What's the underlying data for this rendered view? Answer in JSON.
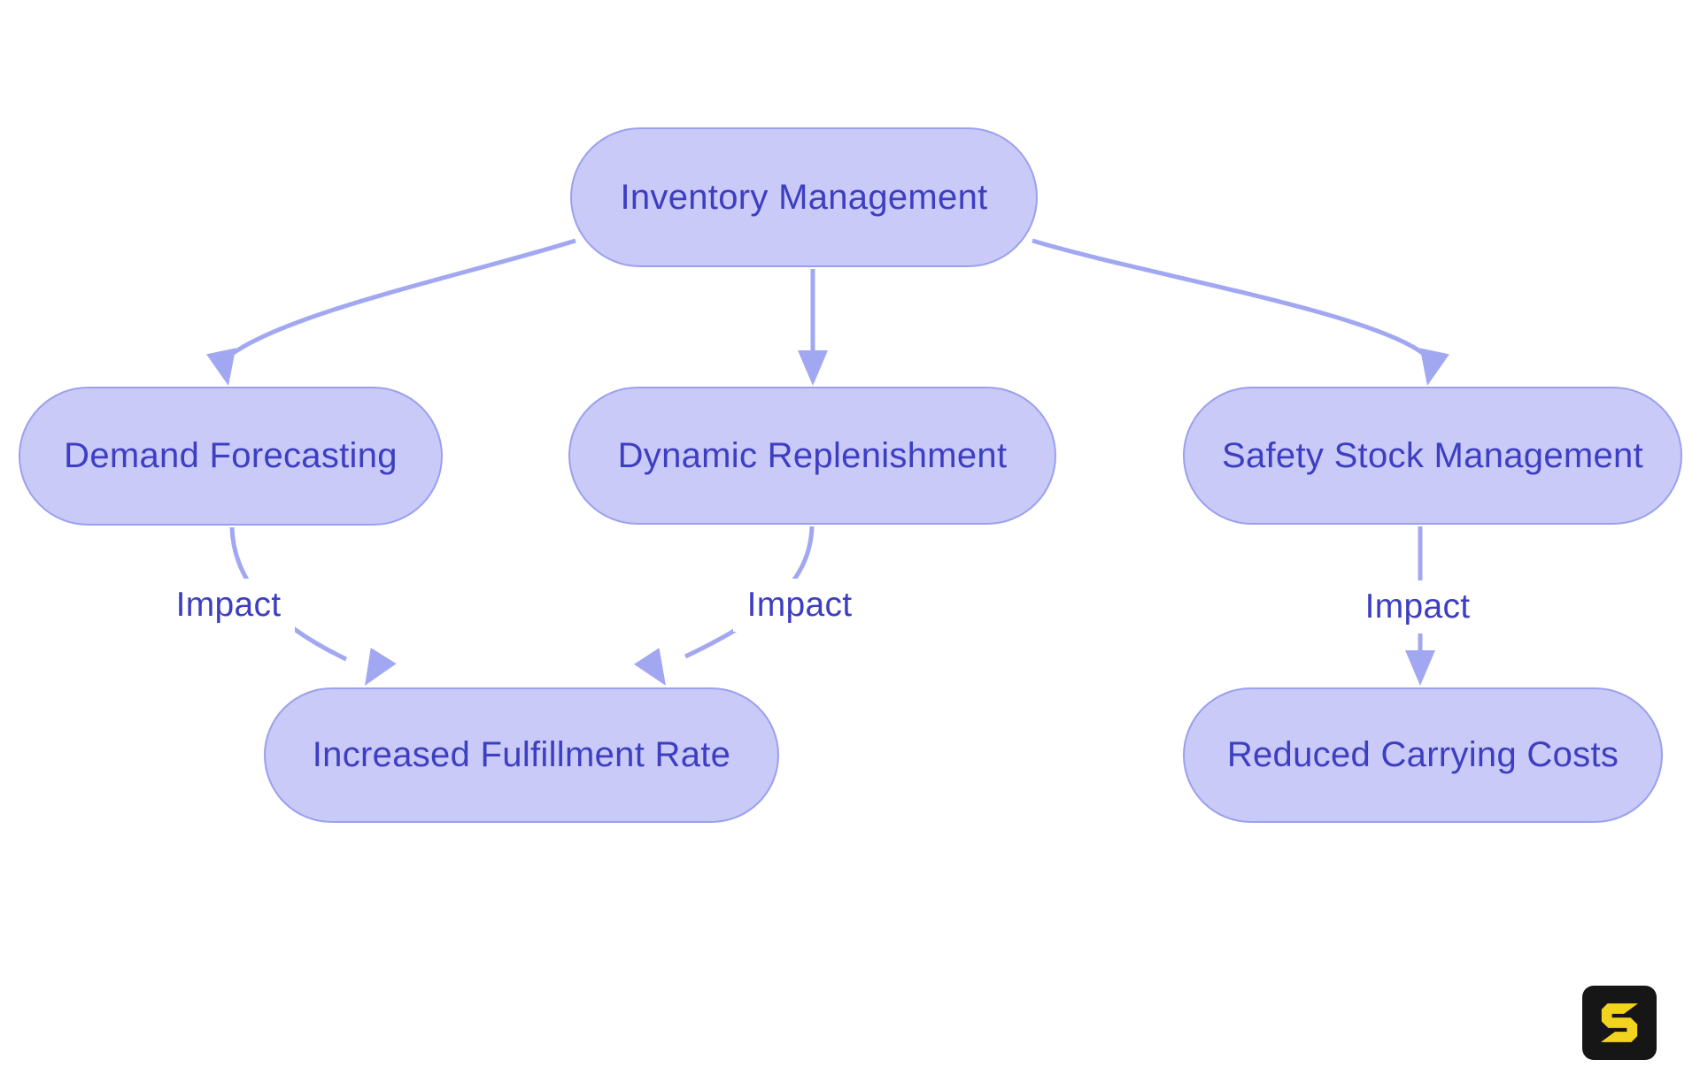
{
  "diagram": {
    "title_hint": "Inventory management impact flowchart",
    "nodes": {
      "inventory_management": {
        "label": "Inventory Management"
      },
      "demand_forecasting": {
        "label": "Demand Forecasting"
      },
      "dynamic_replenishment": {
        "label": "Dynamic Replenishment"
      },
      "safety_stock_management": {
        "label": "Safety Stock Management"
      },
      "increased_fulfillment_rate": {
        "label": "Increased Fulfillment Rate"
      },
      "reduced_carrying_costs": {
        "label": "Reduced Carrying Costs"
      }
    },
    "edges": [
      {
        "from": "inventory_management",
        "to": "demand_forecasting",
        "label": ""
      },
      {
        "from": "inventory_management",
        "to": "dynamic_replenishment",
        "label": ""
      },
      {
        "from": "inventory_management",
        "to": "safety_stock_management",
        "label": ""
      },
      {
        "from": "demand_forecasting",
        "to": "increased_fulfillment_rate",
        "label": "Impact"
      },
      {
        "from": "dynamic_replenishment",
        "to": "increased_fulfillment_rate",
        "label": "Impact"
      },
      {
        "from": "safety_stock_management",
        "to": "reduced_carrying_costs",
        "label": "Impact"
      }
    ],
    "colors": {
      "node_fill": "#c9caf8",
      "node_border": "#9aa0ee",
      "edge": "#a2a7f2",
      "text": "#3d3ec1",
      "logo_bg": "#161616",
      "logo_glyph": "#f2d41e"
    },
    "logo": {
      "icon": "s-logo-icon",
      "letter": "S"
    }
  }
}
